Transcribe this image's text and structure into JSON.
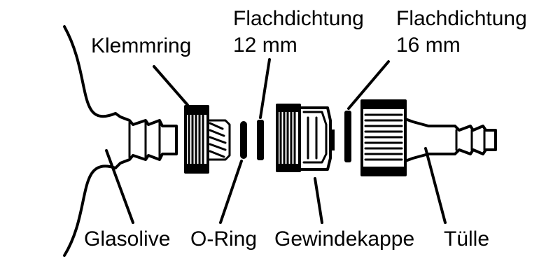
{
  "labels": {
    "klemmring": "Klemmring",
    "flachdichtung_12_line1": "Flachdichtung",
    "flachdichtung_12_line2": "12 mm",
    "flachdichtung_16_line1": "Flachdichtung",
    "flachdichtung_16_line2": "16 mm",
    "glasolive": "Glasolive",
    "o_ring": "O-Ring",
    "gewindekappe": "Gewindekappe",
    "tuelle": "Tülle"
  },
  "colors": {
    "ink": "#000000",
    "paper": "#ffffff"
  }
}
